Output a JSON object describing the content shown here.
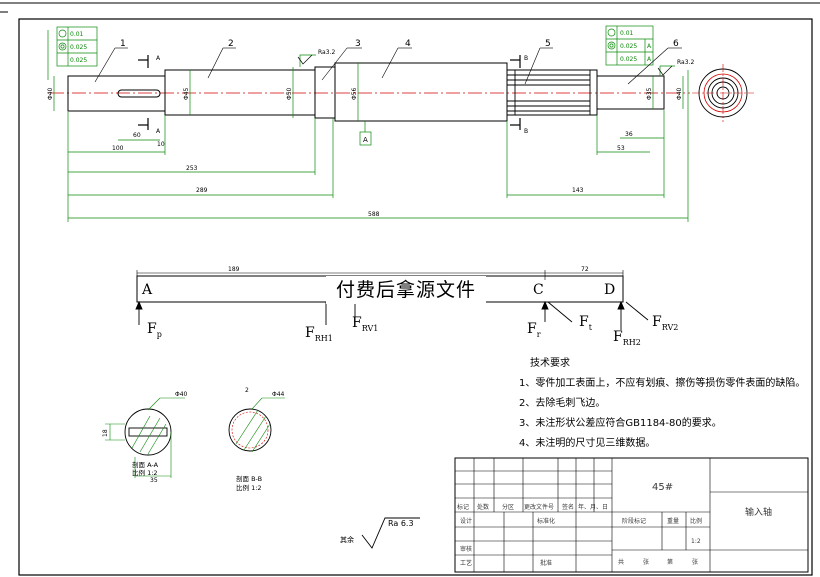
{
  "shaft": {
    "part_numbers": [
      "1",
      "2",
      "3",
      "4",
      "5",
      "6"
    ],
    "section_marks": {
      "a": "A",
      "b": "B"
    },
    "datum_label": "A",
    "roughness_left": "Ra3.2",
    "roughness_right": "Ra3.2",
    "tolerance_left": [
      "0.01",
      "0.025",
      "0.025"
    ],
    "tolerance_right": [
      "0.01",
      "0.025",
      "0.025"
    ],
    "tolerance_datum": "A",
    "diameters": [
      "Φ40",
      "Φ45",
      "Φ50",
      "Φ56",
      "Φ35",
      "Φ40"
    ],
    "dims_horizontal": {
      "d60": "60",
      "d10": "10",
      "d100": "100",
      "d253": "253",
      "d289": "289",
      "d588": "588",
      "d143": "143",
      "d36": "36",
      "d53": "53"
    }
  },
  "force_diagram": {
    "points": [
      "A",
      "C",
      "D"
    ],
    "dim_left": "189",
    "dim_right": "72",
    "forces": {
      "fp": {
        "main": "F",
        "sub": "p"
      },
      "frh1": {
        "main": "F",
        "sub": "RH1"
      },
      "frv1": {
        "main": "F",
        "sub": "RV1"
      },
      "fr": {
        "main": "F",
        "sub": "r"
      },
      "ft": {
        "main": "F",
        "sub": "t"
      },
      "frh2": {
        "main": "F",
        "sub": "RH2"
      },
      "frv2": {
        "main": "F",
        "sub": "RV2"
      }
    }
  },
  "watermark": "付费后拿源文件",
  "tech_requirements": {
    "title": "技术要求",
    "items": [
      "1、零件加工表面上，不应有划痕、擦伤等损伤零件表面的缺陷。",
      "2、去除毛刺飞边。",
      "3、未注形状公差应符合GB1184-80的要求。",
      "4、未注明的尺寸见三维数据。"
    ]
  },
  "section_aa": {
    "dia": "Φ40",
    "width": "18",
    "depth": "35",
    "title": "剖面  A-A",
    "scale": "比例  1:2"
  },
  "section_bb": {
    "dia": "Φ44",
    "lead": "2",
    "title": "剖面  B-B",
    "scale": "比例  1:2"
  },
  "roughness_rest": {
    "label": "其余",
    "value": "Ra 6.3"
  },
  "title_block": {
    "material": "45#",
    "part_name": "输入轴",
    "scale_value": "1:2",
    "header_row": [
      "标记",
      "处数",
      "分区",
      "更改文件号",
      "签名",
      "年、月、日"
    ],
    "rows": {
      "design": "设计",
      "standardize": "标准化",
      "stage": "阶段标记",
      "weight": "重量",
      "scale": "比例",
      "review": "审核",
      "process": "工艺",
      "approve": "批准"
    },
    "sheet_row": [
      "共",
      "张",
      "第",
      "张"
    ]
  }
}
